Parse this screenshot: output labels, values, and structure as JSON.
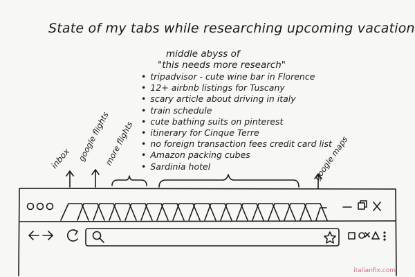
{
  "title": "State of my tabs while researching upcoming vacation...",
  "abyss_heading": {
    "line1": "middle abyss of",
    "line2": "\"this needs more research\""
  },
  "research_items": [
    "tripadvisor - cute wine bar in Florence",
    "12+ airbnb listings for Tuscany",
    "scary article about driving in italy",
    "train schedule",
    "cute bathing suits on pinterest",
    "itinerary for Cinque Terre",
    "no foreign transaction fees credit card list",
    "Amazon packing cubes",
    "Sardinia hotel"
  ],
  "tab_labels": {
    "inbox": "inbox",
    "google_flights": "google flights",
    "more_flights": "more flights",
    "google_maps": "google maps"
  },
  "watermark": "italianfix.com",
  "colors": {
    "ink": "#1a1a1a",
    "paper": "#f7f7f5",
    "watermark": "#d4688a"
  },
  "icons": [
    "window-dot-icon",
    "minimize-icon",
    "restore-icon",
    "close-icon",
    "back-icon",
    "forward-icon",
    "reload-icon",
    "search-icon",
    "star-icon",
    "bookmark-icon",
    "extension-icon",
    "alert-icon"
  ]
}
